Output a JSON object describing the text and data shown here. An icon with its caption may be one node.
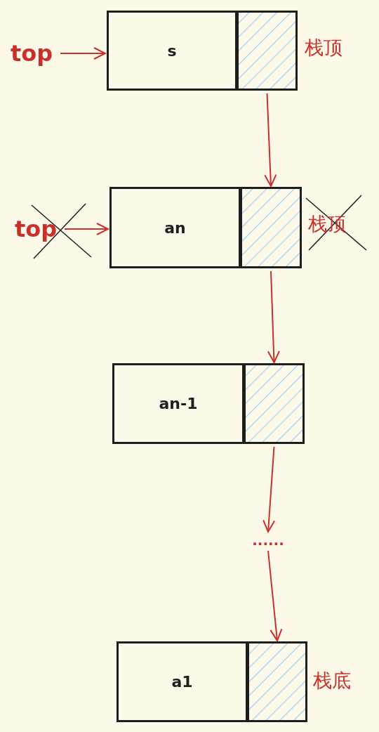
{
  "diagram": {
    "nodes": [
      {
        "text": [
          "top"
        ]
      },
      {
        "text": [
          "s"
        ]
      },
      {
        "text": [],
        "shape": "box"
      },
      {
        "text": [
          "top"
        ]
      },
      {
        "text": [
          "an"
        ]
      },
      {
        "text": [],
        "shape": "box"
      },
      {
        "text": [
          "an-1"
        ]
      },
      {
        "text": [],
        "shape": "box"
      },
      {
        "text": [
          "......"
        ]
      },
      {
        "text": [
          "a1"
        ]
      },
      {
        "text": [],
        "shape": "box"
      }
    ],
    "edges": [
      {
        "from": 0,
        "to": 1,
        "arrow": "to"
      },
      {
        "from": 2,
        "to": 5,
        "arrow": "to"
      },
      {
        "from": 3,
        "to": 4,
        "arrow": "to"
      },
      {
        "from": 5,
        "to": 7,
        "arrow": "to"
      },
      {
        "from": 7,
        "to": 8,
        "arrow": "to"
      },
      {
        "from": 8,
        "to": 10,
        "arrow": "to"
      }
    ],
    "labels": [
      "栈顶",
      "栈顶",
      "栈底"
    ]
  }
}
